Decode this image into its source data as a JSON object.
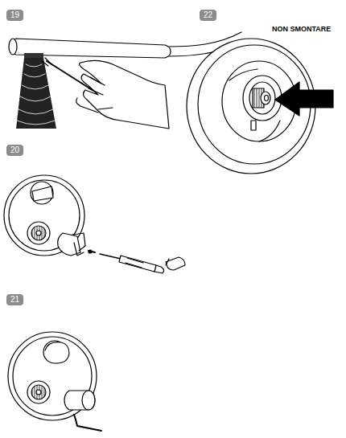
{
  "diagram": {
    "nodes": [
      {
        "text": [
          "19"
        ]
      },
      {
        "text": [
          "22"
        ]
      },
      {
        "text": [
          "20"
        ]
      },
      {
        "text": [
          "21"
        ]
      }
    ],
    "labels": [
      "NON SMONTARE"
    ]
  }
}
